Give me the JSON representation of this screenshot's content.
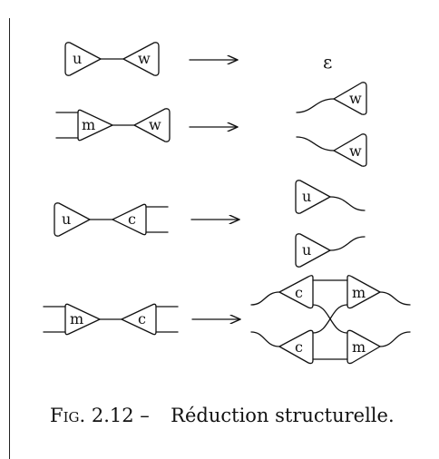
{
  "figure": {
    "caption_prefix": "Fig.",
    "caption_number": "2.12 –",
    "caption_text": "Réduction structurelle.",
    "epsilon": "ε"
  },
  "rules": [
    {
      "lhs": [
        "u",
        "w"
      ],
      "rhs": "ε"
    },
    {
      "lhs": [
        "m",
        "w"
      ],
      "rhs": [
        "w",
        "w"
      ]
    },
    {
      "lhs": [
        "u",
        "c"
      ],
      "rhs": [
        "u",
        "u"
      ]
    },
    {
      "lhs": [
        "m",
        "c"
      ],
      "rhs": [
        "c",
        "m",
        "c",
        "m"
      ]
    }
  ],
  "labels": {
    "u": "u",
    "w": "w",
    "m": "m",
    "c": "c"
  }
}
